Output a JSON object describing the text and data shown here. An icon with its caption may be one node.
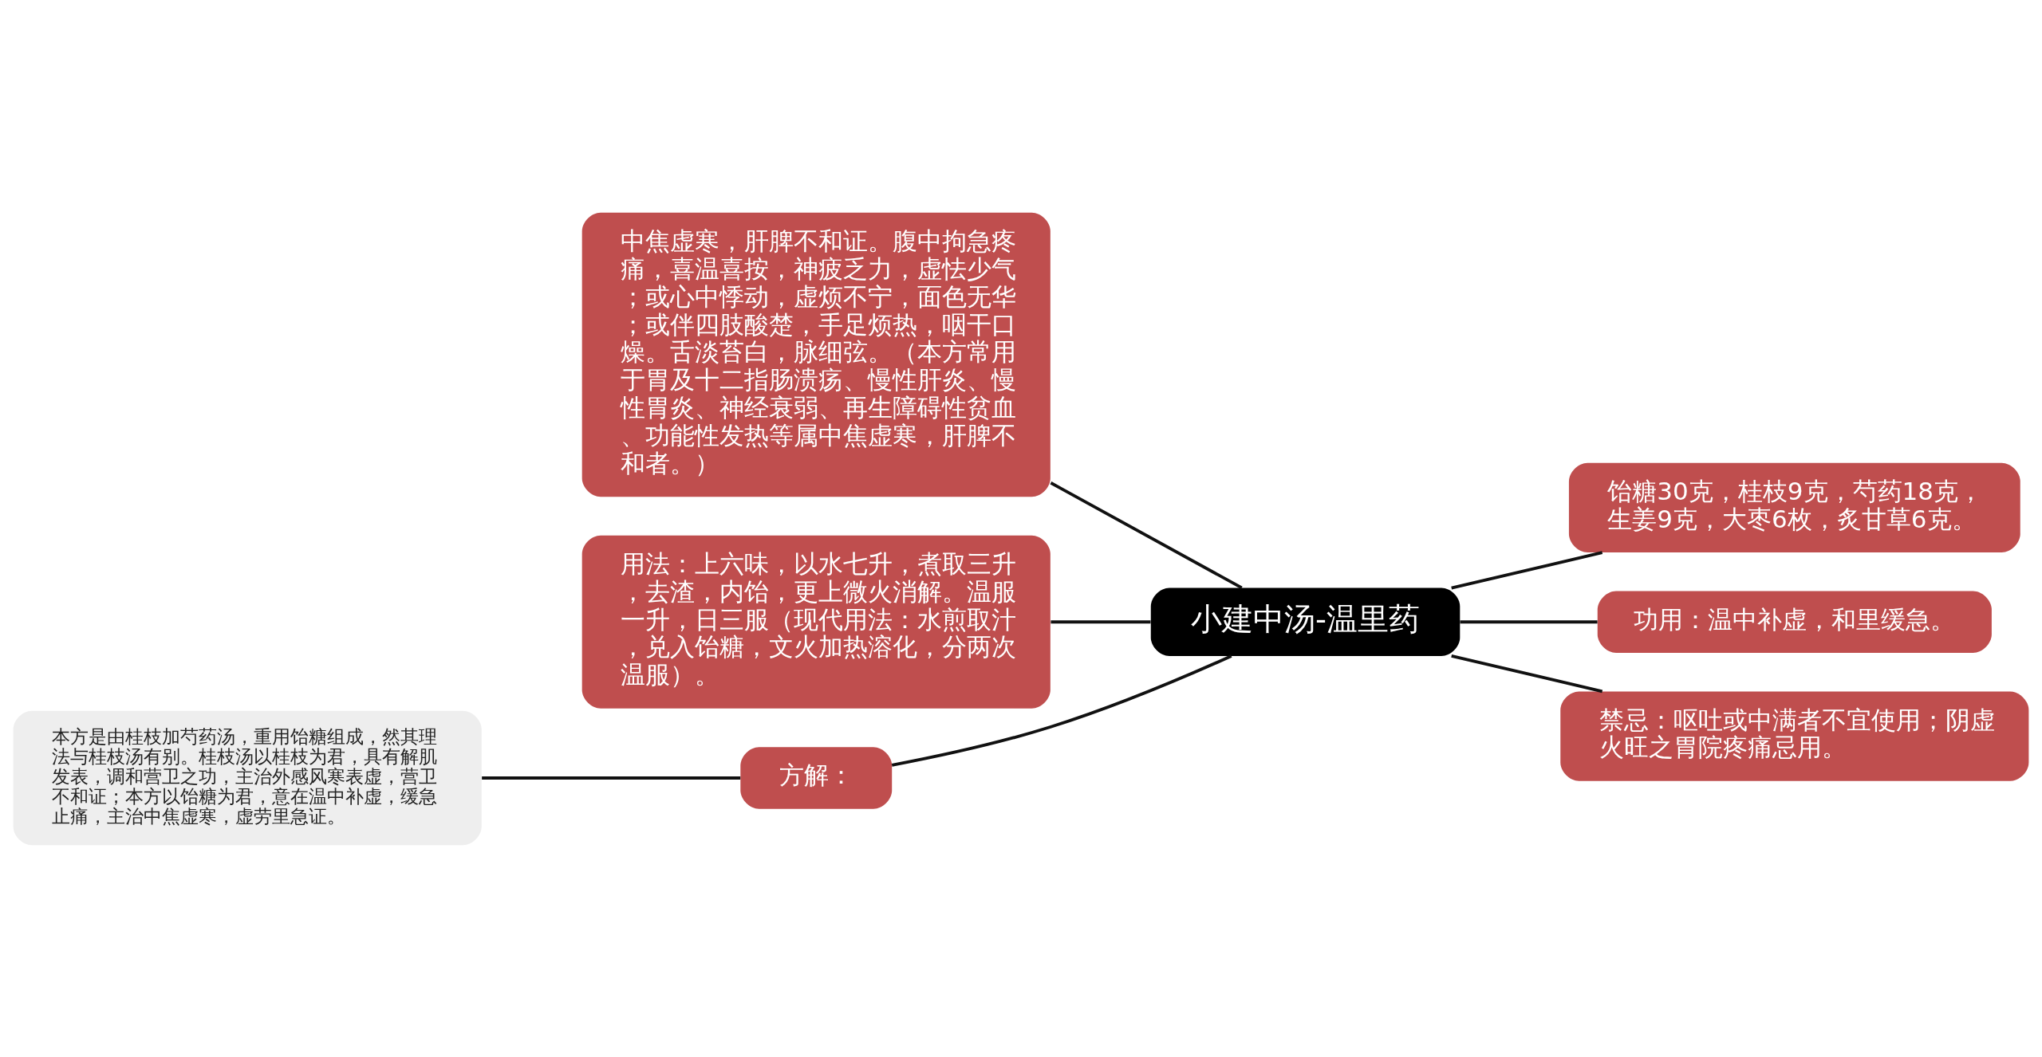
{
  "diagram": {
    "nodes": [
      {
        "text": [
          "小建中汤-温里药"
        ]
      },
      {
        "text": [
          "中焦虚寒，肝脾不和证。腹中拘急疼痛，喜温喜按，神疲乏力，虚怯少气；或心中悸动，虚烦不宁，面色无华；或伴四肢酸楚，手足烦热，咽干口燥。舌淡苔白，脉细弦。（本方常用于胃及十二指肠溃疡、慢性肝炎、慢性胃炎、神经衰弱、再生障碍性贫血、功能性发热等属中焦虚寒，肝脾不和者。）"
        ]
      },
      {
        "text": [
          "用法：上六味，以水七升，煮取三升，去渣，内饴，更上微火消解。温服一升，日三服（现代用法：水煎取汁，兑入饴糖，文火加热溶化，分两次温服）。"
        ]
      },
      {
        "text": [
          "方解："
        ]
      },
      {
        "text": [
          "本方是由桂枝加芍药汤，重用饴糖组成，然其理法与桂枝汤有别。桂枝汤以桂枝为君，具有解肌发表，调和营卫之功，主治外感风寒表虚，营卫不和证；本方以饴糖为君，意在温中补虚，缓急止痛，主治中焦虚寒，虚劳里急证。"
        ]
      },
      {
        "text": [
          "饴糖30克，桂枝9克，芍药18克，生姜9克，大枣6枚，炙甘草6克。"
        ]
      },
      {
        "text": [
          "功用：温中补虚，和里缓急。"
        ]
      },
      {
        "text": [
          "禁忌：呕吐或中满者不宜使用；阴虚火旺之胃院疼痛忌用。"
        ]
      }
    ],
    "edges": [
      {
        "from": 0,
        "to": 1,
        "arrow": "none"
      },
      {
        "from": 0,
        "to": 2,
        "arrow": "none"
      },
      {
        "from": 0,
        "to": 3,
        "arrow": "none"
      },
      {
        "from": 3,
        "to": 4,
        "arrow": "none"
      },
      {
        "from": 0,
        "to": 5,
        "arrow": "none"
      },
      {
        "from": 0,
        "to": 6,
        "arrow": "none"
      },
      {
        "from": 0,
        "to": 7,
        "arrow": "none"
      }
    ]
  }
}
